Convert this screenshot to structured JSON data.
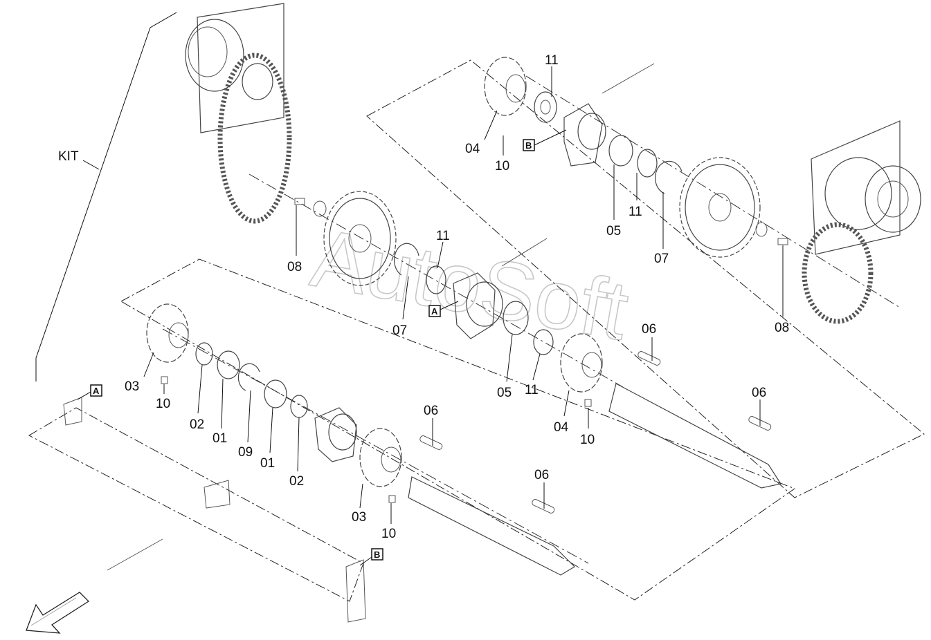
{
  "kit_label": "KIT",
  "watermark": "AutoSoft",
  "ref_boxes": [
    "A",
    "B",
    "A",
    "B"
  ],
  "callouts": [
    "11",
    "04",
    "10",
    "05",
    "11",
    "07",
    "08",
    "11",
    "07",
    "05",
    "11",
    "04",
    "10",
    "06",
    "06",
    "03",
    "10",
    "02",
    "01",
    "09",
    "01",
    "02",
    "06",
    "03",
    "10",
    "06",
    "08"
  ],
  "colors": {
    "line": "#222222",
    "part": "#444444"
  },
  "icons": [
    "direction-arrow-icon"
  ]
}
